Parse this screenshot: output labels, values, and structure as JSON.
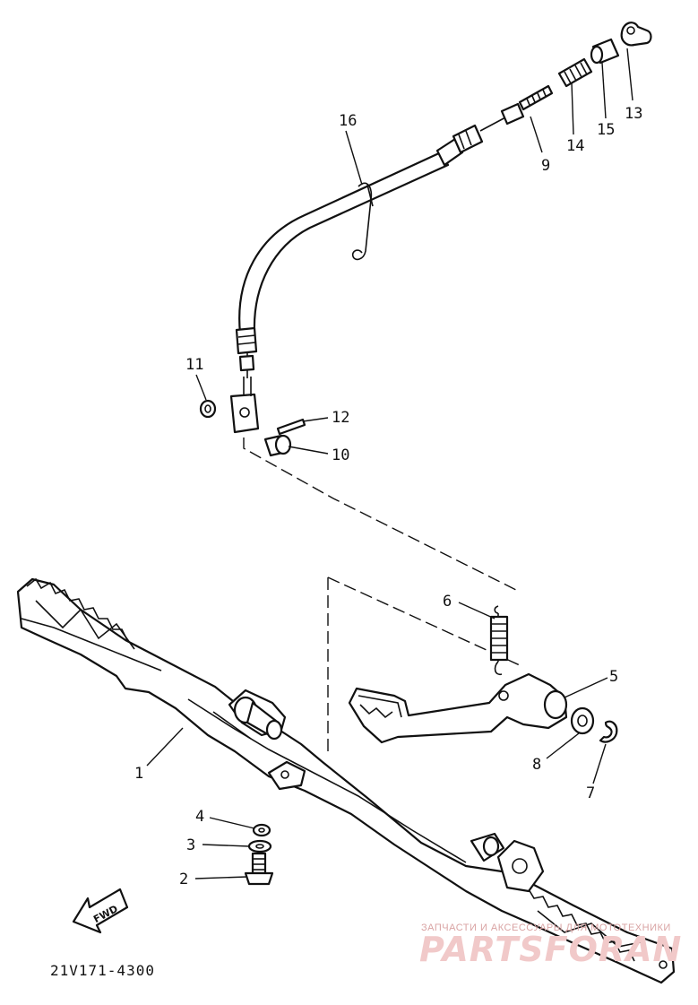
{
  "diagram": {
    "code": "21V171-4300",
    "fwd_label": "FWD",
    "callouts": [
      {
        "id": "1",
        "text": "1"
      },
      {
        "id": "2",
        "text": "2"
      },
      {
        "id": "3",
        "text": "3"
      },
      {
        "id": "4",
        "text": "4"
      },
      {
        "id": "5",
        "text": "5"
      },
      {
        "id": "6",
        "text": "6"
      },
      {
        "id": "7",
        "text": "7"
      },
      {
        "id": "8",
        "text": "8"
      },
      {
        "id": "9",
        "text": "9"
      },
      {
        "id": "10",
        "text": "10"
      },
      {
        "id": "11",
        "text": "11"
      },
      {
        "id": "12",
        "text": "12"
      },
      {
        "id": "13",
        "text": "13"
      },
      {
        "id": "14",
        "text": "14"
      },
      {
        "id": "15",
        "text": "15"
      },
      {
        "id": "16",
        "text": "16"
      }
    ]
  },
  "watermark": {
    "top_text": "ЗАПЧАСТИ И АКСЕССУАРЫ ДЛЯ МОТОТЕХНИКИ",
    "brand_text": "PARTSFORAN"
  }
}
